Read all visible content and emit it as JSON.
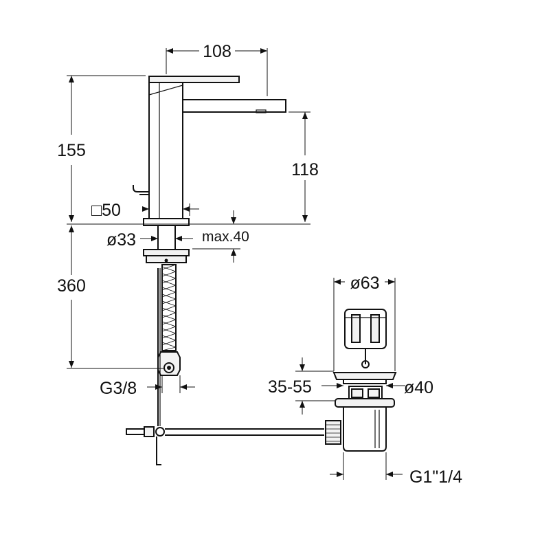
{
  "drawing": {
    "dimensions": {
      "spout_reach": "108",
      "total_height": "155",
      "spout_height": "118",
      "body_square": "□50",
      "base_diameter": "ø33",
      "max_deck_thickness": "max.40",
      "hose_length": "360",
      "hose_connection": "G3/8",
      "waste_cap_diameter": "ø63",
      "waste_flange_diameter": "ø40",
      "waste_deck_range": "35-55",
      "waste_thread": "G1\"1/4"
    },
    "colors": {
      "line": "#111111",
      "background": "#ffffff"
    }
  }
}
